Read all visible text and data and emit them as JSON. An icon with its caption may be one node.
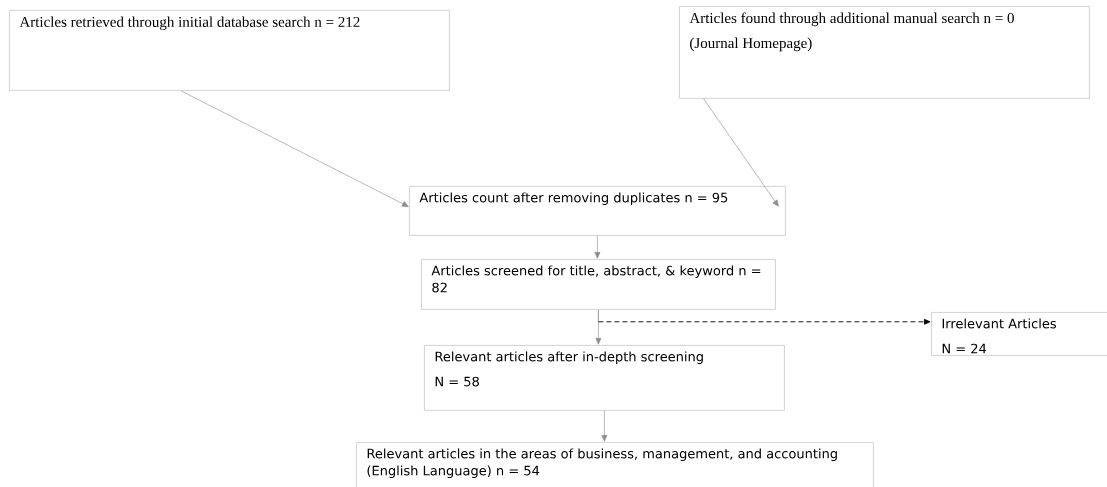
{
  "diagram": {
    "nodes": [
      {
        "text": [
          "Articles retrieved through initial database search n = 212"
        ]
      },
      {
        "text": [
          "Articles found through additional manual search n = 0",
          "(Journal Homepage)"
        ]
      },
      {
        "text": [
          "Articles count after removing duplicates n = 95"
        ]
      },
      {
        "text": [
          "Articles screened for title, abstract, & keyword n = 82"
        ]
      },
      {
        "text": [
          "Relevant articles after in-depth screening",
          "N = 58"
        ]
      },
      {
        "text": [
          "Relevant articles in the areas of business, management, and accounting (English Language) n = 54"
        ]
      },
      {
        "text": [
          "Irrelevant Articles",
          "N = 24"
        ]
      }
    ],
    "edges": [
      {
        "from": 0,
        "to": 2,
        "arrow": "to"
      },
      {
        "from": 1,
        "to": 2,
        "arrow": "to"
      },
      {
        "from": 2,
        "to": 3,
        "arrow": "to"
      },
      {
        "from": 3,
        "to": 4,
        "arrow": "to"
      },
      {
        "from": 3,
        "to": 6,
        "arrow": "to",
        "style": "dashed",
        "color": "#000000"
      },
      {
        "from": 4,
        "to": 5,
        "arrow": "to"
      }
    ]
  }
}
